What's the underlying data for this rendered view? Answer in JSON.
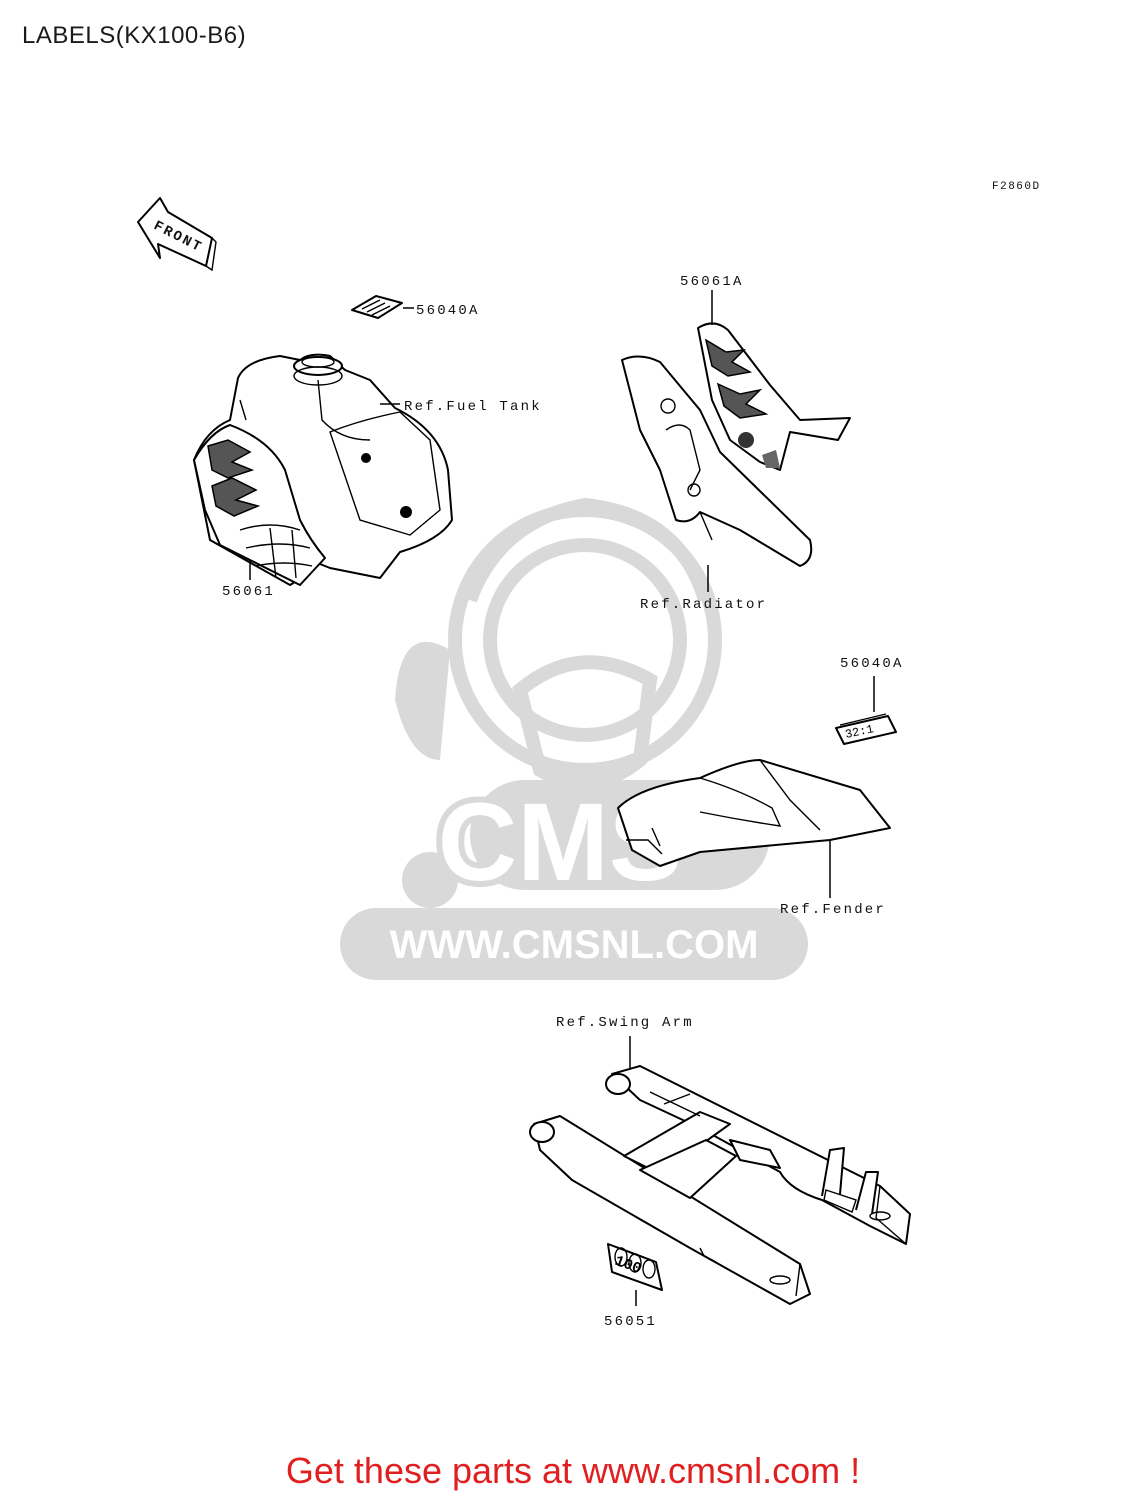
{
  "title": "LABELS(KX100-B6)",
  "figure_code": "F2860D",
  "front_arrow_label": "FRONT",
  "callouts": {
    "decal_56040a_top": "56040A",
    "decal_56061a": "56061A",
    "ref_fuel_tank": "Ref.Fuel Tank",
    "decal_56061": "56061",
    "ref_radiator": "Ref.Radiator",
    "decal_56040a_right": "56040A",
    "ref_fender": "Ref.Fender",
    "ref_swing_arm": "Ref.Swing Arm",
    "decal_56051": "56051"
  },
  "decal_texts": {
    "ratio": "32:1",
    "number": "100"
  },
  "watermark": {
    "brand": "CMS",
    "url": "WWW.CMSNL.COM"
  },
  "footer_link": "Get these parts at www.cmsnl.com !",
  "colors": {
    "cta": "#e02020",
    "watermark": "#d9d9d9"
  }
}
